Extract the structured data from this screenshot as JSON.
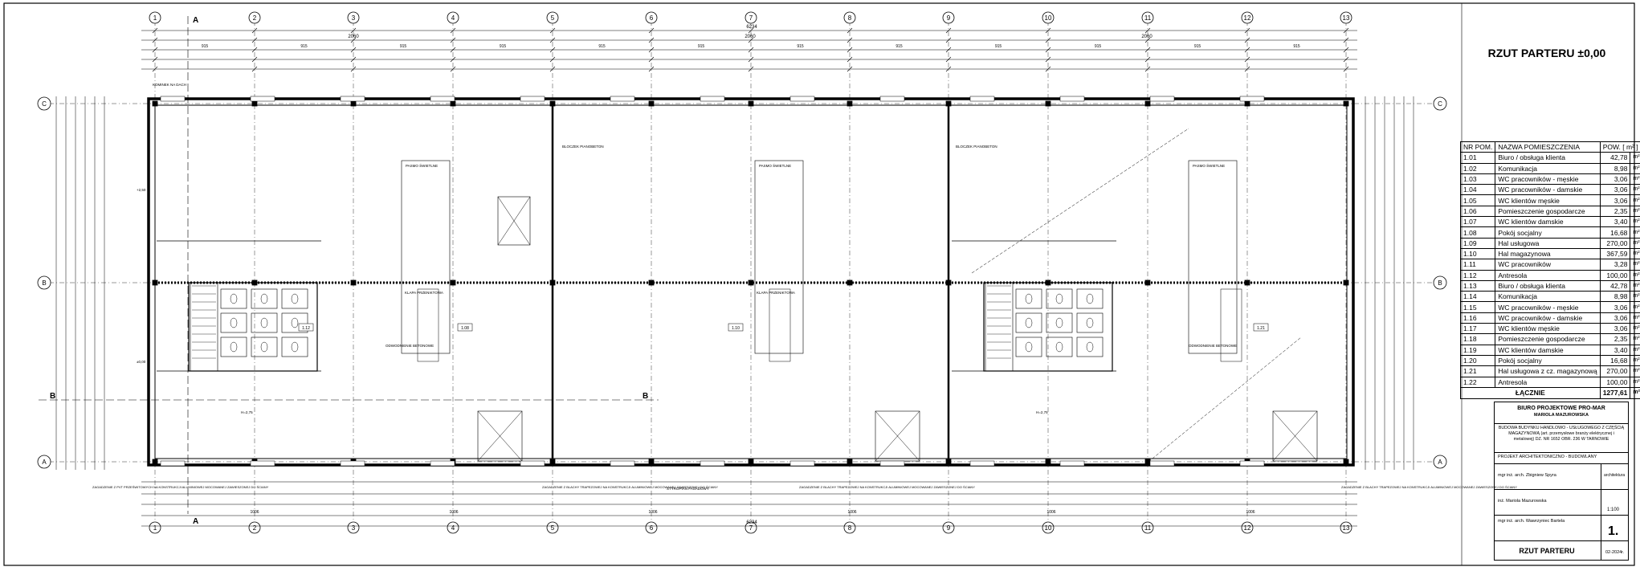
{
  "drawing": {
    "title": "RZUT PARTERU ±0,00",
    "grid_axes_vertical": [
      "1",
      "2",
      "3",
      "4",
      "5",
      "6",
      "7",
      "8",
      "9",
      "10",
      "11",
      "12",
      "13"
    ],
    "grid_axes_horizontal": [
      "C",
      "B",
      "A"
    ],
    "section_marks": [
      "A",
      "A",
      "B",
      "B"
    ],
    "overall_dims": {
      "top_total": "6234",
      "top_segments": [
        "2060",
        "2060",
        "2060"
      ],
      "top_row3": [
        "915",
        "915",
        "915",
        "915",
        "915",
        "915",
        "915",
        "915",
        "915",
        "915",
        "915",
        "915"
      ],
      "bottom_total": "6234",
      "bottom_row": [
        "1006",
        "1006",
        "1006",
        "1006",
        "1006",
        "1006"
      ]
    },
    "annotations": {
      "chimney": "KOMINEK NA DACH",
      "blocks_1": "BLOCZEK PIANOBETON",
      "blocks_2": "BLOCZEK PIANOBETON",
      "skylight_1": "PASMO ŚWIETLNE",
      "skylight_2": "PASMO ŚWIETLNE",
      "skylight_3": "PASMO ŚWIETLNE",
      "hatch_1": "KLAPA PRZENIKTOWA",
      "hatch_2": "KLAPA PRZENIKTOWA",
      "gutter_1": "ODWODNIENIE BETONOWE",
      "gutter_2": "ODWODNIENIE BETONOWE",
      "gate_1": "ZAGADZENIE Z PVT PRZEŚWITOWYCH NA KONSTRUKCJI ALUMINIOWEJ MOCOWANEJ ZAWIESZONEJ DO ŚCIANY",
      "gate_2": "ZAGADZENIE Z BLACHY TRAPEZOWEJ NA KONSTRUKCJI ALUMINIOWEJ MOCOWANEJ ZAWIESZONEJ DO ŚCIANY",
      "gate_3": "ZAGADZENIE Z BLACHY TRAPEZOWEJ NA KONSTRUKCJI ALUMINIOWEJ MOCOWANEJ ZAWIESZONEJ DO ŚCIANY",
      "gate_4": "ZAGADZENIE Z BLACHY TRAPEZOWEJ NA KONSTRUKCJI ALUMINIOWEJ MOCOWANEJ ZAWIESZONEJ DO ŚCIANY",
      "wall_note": "STYROPIAN FASADOWY",
      "height_1": "H=2,75",
      "height_2": "H=2,75",
      "room_tag_1": "1.08",
      "room_tag_2": "1.10",
      "room_tag_3": "1.21",
      "room_tag_4": "1.12",
      "level_1": "+2,50",
      "level_2": "±0,00"
    }
  },
  "room_table": {
    "headers": [
      "NR POM.",
      "NAZWA POMIESZCZENIA",
      "POW. [ m² ]"
    ],
    "rows": [
      {
        "nr": "1.01",
        "name": "Biuro / obsługa klienta",
        "area": "42,78",
        "unit": "m²"
      },
      {
        "nr": "1.02",
        "name": "Komunikacja",
        "area": "8,98",
        "unit": "m²"
      },
      {
        "nr": "1.03",
        "name": "WC pracowników - męskie",
        "area": "3,06",
        "unit": "m²"
      },
      {
        "nr": "1.04",
        "name": "WC pracowników - damskie",
        "area": "3,06",
        "unit": "m²"
      },
      {
        "nr": "1.05",
        "name": "WC klientów męskie",
        "area": "3,06",
        "unit": "m²"
      },
      {
        "nr": "1.06",
        "name": "Pomieszczenie gospodarcze",
        "area": "2,35",
        "unit": "m²"
      },
      {
        "nr": "1.07",
        "name": "WC klientów damskie",
        "area": "3,40",
        "unit": "m²"
      },
      {
        "nr": "1.08",
        "name": "Pokój socjalny",
        "area": "16,68",
        "unit": "m²"
      },
      {
        "nr": "1.09",
        "name": "Hal usługowa",
        "area": "270,00",
        "unit": "m²"
      },
      {
        "nr": "1.10",
        "name": "Hal magazynowa",
        "area": "367,59",
        "unit": "m²"
      },
      {
        "nr": "1.11",
        "name": "WC pracowników",
        "area": "3,28",
        "unit": "m²"
      },
      {
        "nr": "1.12",
        "name": "Antresola",
        "area": "100,00",
        "unit": "m²"
      },
      {
        "nr": "1.13",
        "name": "Biuro / obsługa klienta",
        "area": "42,78",
        "unit": "m²"
      },
      {
        "nr": "1.14",
        "name": "Komunikacja",
        "area": "8,98",
        "unit": "m²"
      },
      {
        "nr": "1.15",
        "name": "WC pracowników - męskie",
        "area": "3,06",
        "unit": "m²"
      },
      {
        "nr": "1.16",
        "name": "WC pracowników - damskie",
        "area": "3,06",
        "unit": "m²"
      },
      {
        "nr": "1.17",
        "name": "WC klientów męskie",
        "area": "3,06",
        "unit": "m²"
      },
      {
        "nr": "1.18",
        "name": "Pomieszczenie gospodarcze",
        "area": "2,35",
        "unit": "m²"
      },
      {
        "nr": "1.19",
        "name": "WC klientów damskie",
        "area": "3,40",
        "unit": "m²"
      },
      {
        "nr": "1.20",
        "name": "Pokój socjalny",
        "area": "16,68",
        "unit": "m²"
      },
      {
        "nr": "1.21",
        "name": "Hal usługowa z cz. magazynową",
        "area": "270,00",
        "unit": "m²"
      },
      {
        "nr": "1.22",
        "name": "Antresola",
        "area": "100,00",
        "unit": "m²"
      }
    ],
    "total_label": "ŁĄCZNIE",
    "total_area": "1277,61",
    "total_unit": "m²"
  },
  "title_block": {
    "office": "BIURO PROJEKTOWE PRO-MAR",
    "office_owner": "MARIOLA MAZUROWSKA",
    "project_name": "BUDOWA BUDYNKU HANDLOWO - USŁUGOWEGO Z CZĘŚCIĄ MAGAZYNOWĄ (art. przemysłowe branży elektrycznej i metalowej) DZ. NR 1652 OBR. 236 W TARNOWIE",
    "stage": "PROJEKT ARCHITEKTONICZNO - BUDOWLANY",
    "designer_name": "mgr inż. arch. Zbigniew Spyra",
    "designer_role": "architektura",
    "drafter_name": "inż. Mariola Mazurowska",
    "checker_name": "mgr inż. arch. Wawrzyniec Bartela",
    "scale": "1:100",
    "sheet_no": "1.",
    "sheet_title": "RZUT PARTERU",
    "date": "02-2024r."
  }
}
